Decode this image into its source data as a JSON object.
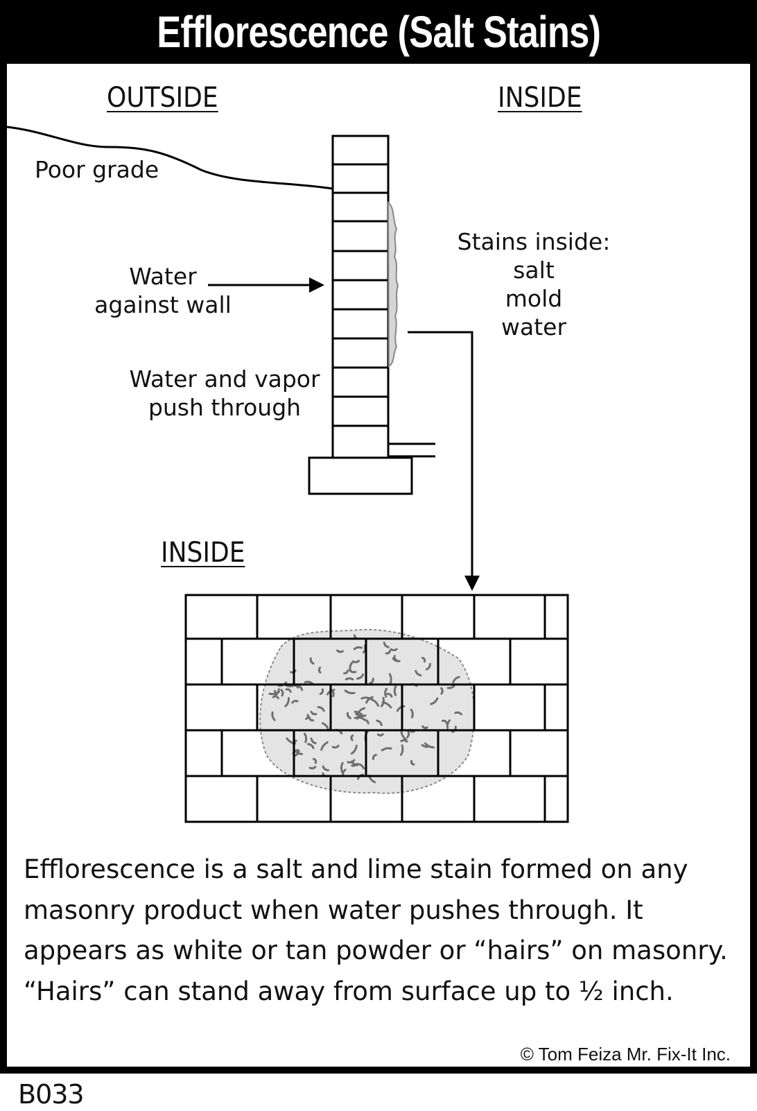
{
  "title": "Efflorescence (Salt Stains)",
  "top_view": {
    "outside_label": "OUTSIDE",
    "inside_label": "INSIDE",
    "poor_grade": "Poor grade",
    "water_against_wall": [
      "Water",
      "against wall"
    ],
    "water_vapor": [
      "Water and vapor",
      "push through"
    ],
    "stains_inside": [
      "Stains inside:",
      "salt",
      "mold",
      "water"
    ]
  },
  "bottom_view": {
    "inside_label": "INSIDE"
  },
  "description": [
    "Efflorescence is a salt and lime stain formed on any",
    "masonry product when water pushes through.  It",
    "appears as white or tan powder or “hairs” on masonry.",
    "“Hairs” can stand away from surface up to ½ inch."
  ],
  "credit": "© Tom Feiza Mr. Fix-It Inc.",
  "code": "B033",
  "colors": {
    "frame": "#000000",
    "title_text": "#ffffff",
    "stain_fill": "#e4e4e4",
    "stain_hair": "#6f6f6f"
  }
}
